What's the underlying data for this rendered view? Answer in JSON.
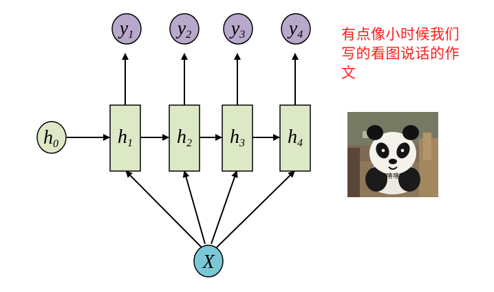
{
  "colors": {
    "output_node": "#b7a8cc",
    "hidden_node": "#dde8c6",
    "initial_node": "#dde8c6",
    "input_node": "#7cc7d6",
    "caption": "#ff1a1a"
  },
  "diagram": {
    "initial_state": {
      "base": "h",
      "sub": "0"
    },
    "input": {
      "label": "X"
    },
    "hidden_states": [
      {
        "base": "h",
        "sub": "1"
      },
      {
        "base": "h",
        "sub": "2"
      },
      {
        "base": "h",
        "sub": "3"
      },
      {
        "base": "h",
        "sub": "4"
      }
    ],
    "outputs": [
      {
        "base": "y",
        "sub": "1"
      },
      {
        "base": "y",
        "sub": "2"
      },
      {
        "base": "y",
        "sub": "3"
      },
      {
        "base": "y",
        "sub": "4"
      }
    ]
  },
  "caption": {
    "line1": "有点像小时候我们",
    "line2": "写的看图说话的作",
    "line3": "文"
  },
  "meme": {
    "text": "嘻嘻"
  }
}
